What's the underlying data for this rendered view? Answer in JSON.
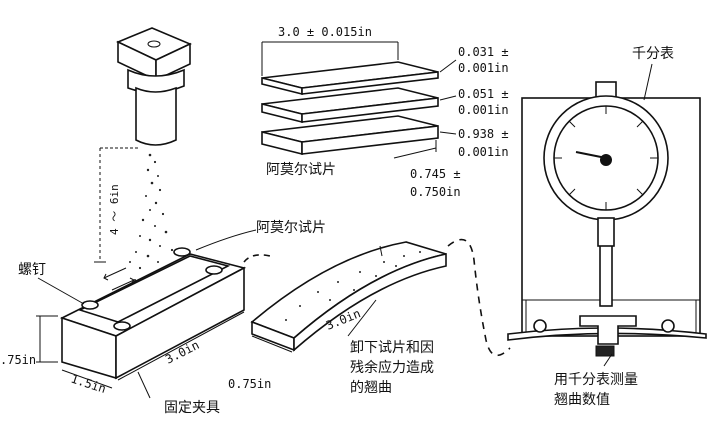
{
  "labels": {
    "almen_strip_top": "阿莫尔试片",
    "almen_strip_fixture": "阿莫尔试片",
    "dial_indicator": "千分表",
    "screw": "螺钉",
    "fixture": "固定夹具",
    "released_strip": [
      "卸下试片和因",
      "残余应力造成",
      "的翘曲"
    ],
    "measure_arc": [
      "用千分表测量",
      "翘曲数值"
    ]
  },
  "dimensions": {
    "strip_length": "3.0 ± 0.015in",
    "thickness_a": [
      "0.031 ±",
      "0.001in"
    ],
    "thickness_b": [
      "0.051 ±",
      "0.001in"
    ],
    "thickness_c": [
      "0.938 ±",
      "0.001in"
    ],
    "strip_width": [
      "0.745 ±",
      "0.750in"
    ],
    "nozzle_distance": "4 ～ 6in",
    "fixture_length": "3.0in",
    "fixture_width": "1.5in",
    "fixture_height": ".75in",
    "released_length": "3.0in",
    "released_width": "0.75in"
  }
}
